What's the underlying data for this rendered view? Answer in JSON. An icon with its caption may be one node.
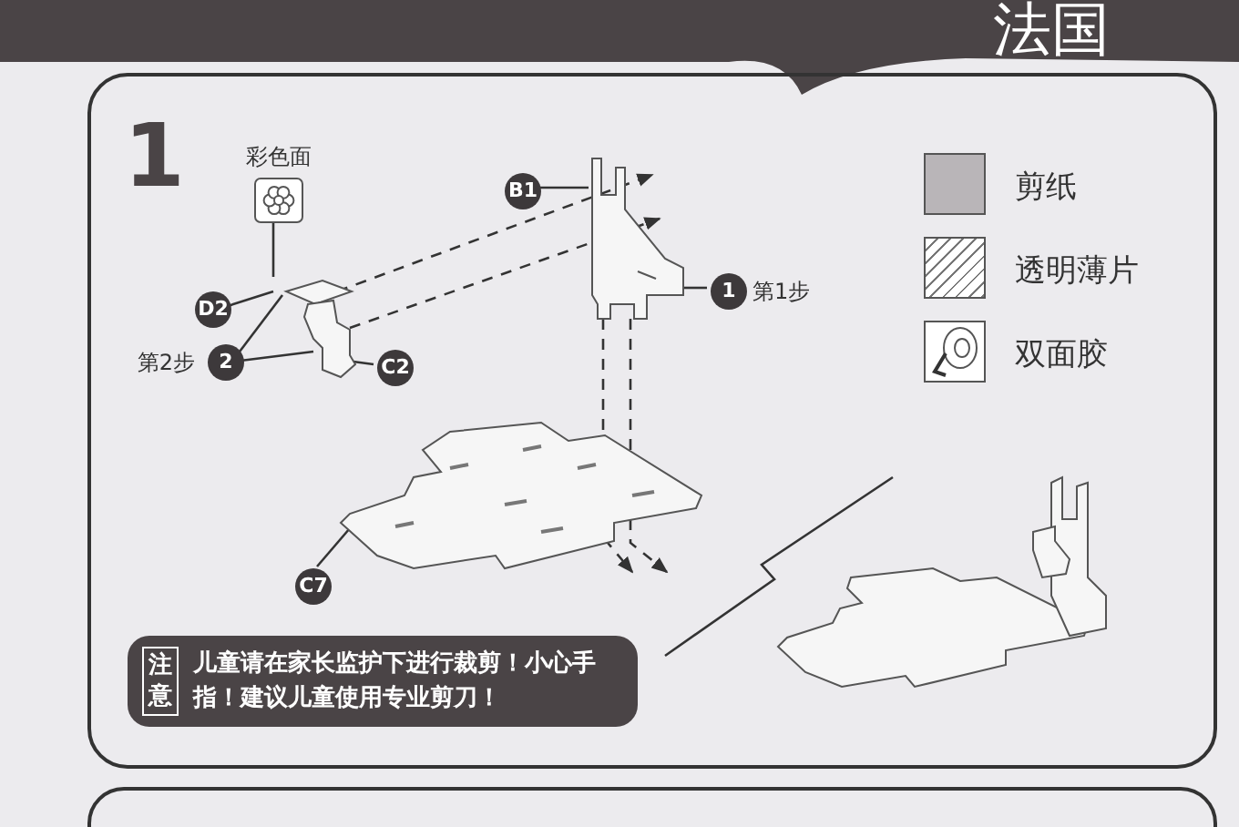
{
  "diagram": {
    "nodes": [
      {
        "text": [
          "1"
        ]
      },
      {
        "text": [
          "彩色面"
        ],
        "in": 0
      },
      {
        "text": [],
        "shape": "picture",
        "in": 0
      },
      {
        "text": [
          "B1"
        ],
        "in": 0
      },
      {
        "text": [],
        "shape": "picture",
        "in": 0
      },
      {
        "text": [
          "1"
        ],
        "beside": [
          "第1步"
        ],
        "in": 0
      },
      {
        "text": [
          "D2"
        ],
        "in": 0
      },
      {
        "text": [
          "2"
        ],
        "beside": [
          "第2步"
        ],
        "in": 0
      },
      {
        "text": [
          "C2"
        ],
        "in": 0
      },
      {
        "text": [],
        "shape": "picture",
        "in": 0
      },
      {
        "text": [
          "C7"
        ],
        "in": 0
      },
      {
        "text": [],
        "shape": "picture",
        "in": 0
      },
      {
        "text": [
          "注意",
          "儿童请在家长监护下进行裁剪！小心手指！建议儿童使用专业剪刀！"
        ],
        "in": 0
      }
    ],
    "edges": [
      {
        "from": 1,
        "to": 2,
        "arrow": "none"
      },
      {
        "from": 3,
        "to": 4,
        "arrow": "none"
      },
      {
        "from": 5,
        "to": 4,
        "arrow": "none"
      },
      {
        "from": 6,
        "to": 2,
        "arrow": "none"
      },
      {
        "from": 7,
        "to": 2,
        "arrow": "none"
      },
      {
        "from": 7,
        "to": 2,
        "arrow": "none"
      },
      {
        "from": 8,
        "to": 2,
        "arrow": "none"
      },
      {
        "from": 2,
        "to": 4,
        "arrow": "to",
        "style": "dashed"
      },
      {
        "from": 2,
        "to": 4,
        "arrow": "to",
        "style": "dashed"
      },
      {
        "from": 4,
        "to": 9,
        "arrow": "to",
        "style": "dashed"
      },
      {
        "from": 4,
        "to": 9,
        "arrow": "to",
        "style": "dashed"
      },
      {
        "from": 10,
        "to": 9,
        "arrow": "none"
      }
    ],
    "labels": [
      "法国"
    ],
    "legend": [
      {
        "text": "剪纸",
        "color": "#b9b5b8"
      },
      {
        "text": "透明薄片"
      },
      {
        "text": "双面胶"
      }
    ]
  }
}
